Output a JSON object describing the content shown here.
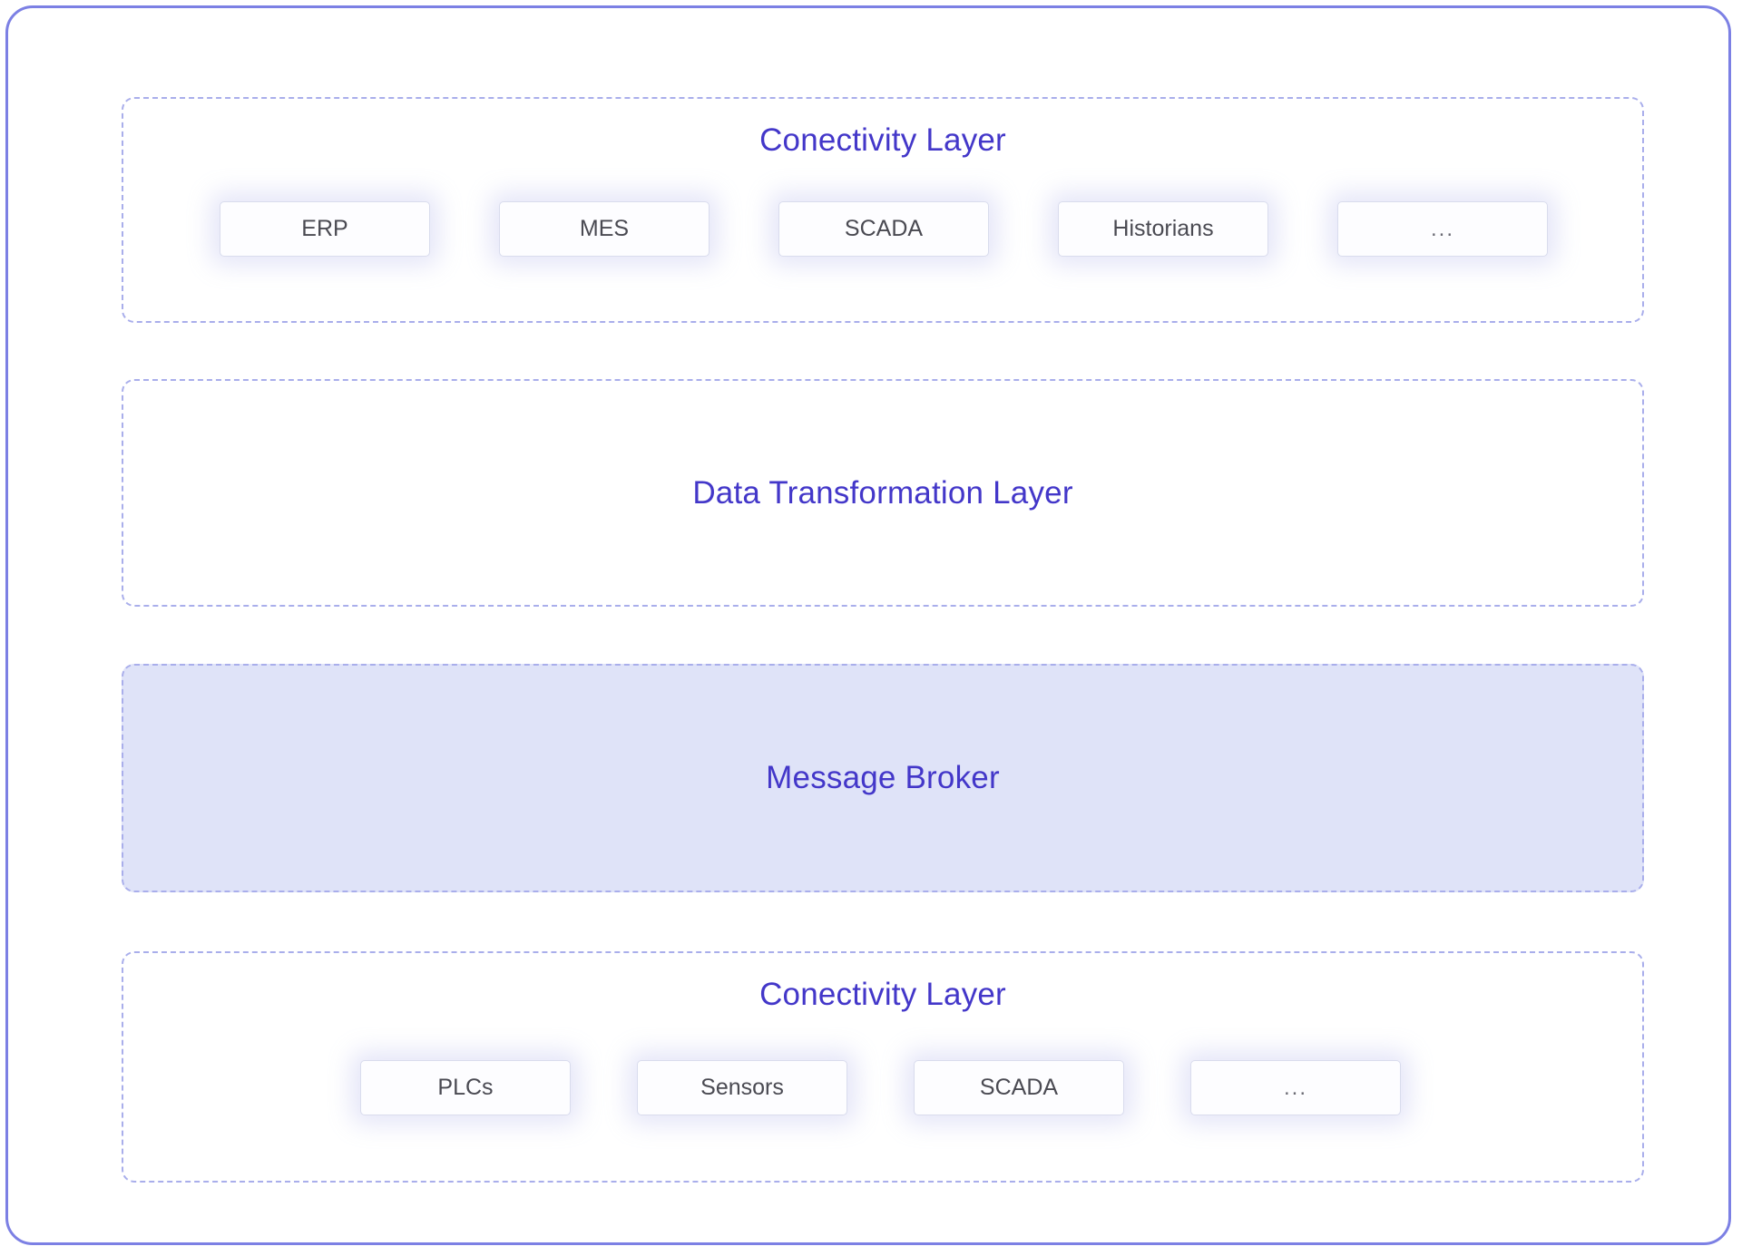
{
  "diagram": {
    "frame": {
      "border_color": "#7c80e4",
      "background": "#ffffff"
    },
    "layer_title_color": "#4337c9",
    "node_text_color": "#4a4a52",
    "dashed_border_color": "#a9aeeb",
    "highlight_fill": "#dfe3f8",
    "layers": [
      {
        "id": "connectivity-top",
        "title": "Conectivity Layer",
        "title_position": "top",
        "filled": false,
        "nodes": [
          {
            "label": "ERP"
          },
          {
            "label": "MES"
          },
          {
            "label": "SCADA"
          },
          {
            "label": "Historians"
          },
          {
            "label": "..."
          }
        ]
      },
      {
        "id": "data-transformation",
        "title": "Data Transformation Layer",
        "title_position": "middle",
        "filled": false,
        "nodes": []
      },
      {
        "id": "message-broker",
        "title": "Message Broker",
        "title_position": "middle",
        "filled": true,
        "nodes": []
      },
      {
        "id": "connectivity-bottom",
        "title": "Conectivity Layer",
        "title_position": "top",
        "filled": false,
        "nodes": [
          {
            "label": "PLCs"
          },
          {
            "label": "Sensors"
          },
          {
            "label": "SCADA"
          },
          {
            "label": "..."
          }
        ]
      }
    ]
  }
}
